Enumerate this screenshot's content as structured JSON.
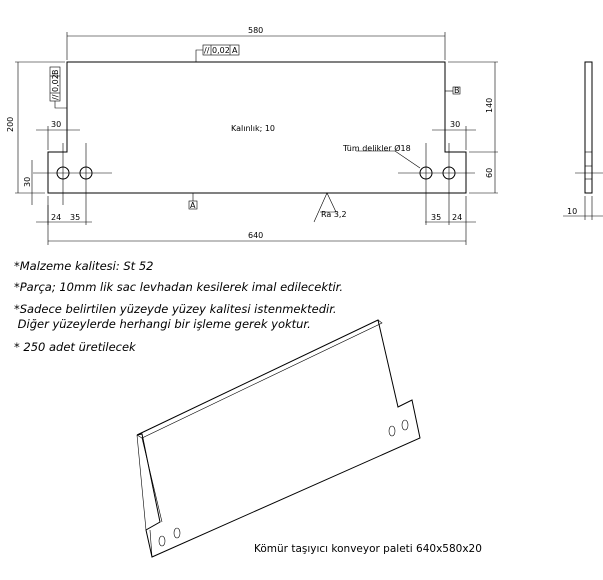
{
  "dimensions": {
    "top_width": "580",
    "total_width": "640",
    "height": "200",
    "left_hole_height": "30",
    "left_notch_width": "30",
    "left_hole_offset": "24",
    "left_hole_pitch": "35",
    "right_upper_height": "140",
    "right_notch_height": "60",
    "right_notch_width": "30",
    "right_hole_pitch": "35",
    "right_hole_offset": "24",
    "side_thickness": "10"
  },
  "annotations": {
    "thickness": "Kalınlık; 10",
    "holes": "Tüm delikler Ø18",
    "roughness": "Ra 3,2",
    "tolerance_top_value": "0,02",
    "tolerance_top_datum": "A",
    "tolerance_left_value": "0,02",
    "tolerance_left_datum": "B",
    "datum_a": "A",
    "datum_b": "B"
  },
  "notes": [
    "*Malzeme kalitesi: St 52",
    "*Parça; 10mm lik sac levhadan kesilerek imal edilecektir.",
    "*Sadece belirtilen yüzeyde yüzey kalitesi istenmektedir.",
    " Diğer yüzeylerde herhangi bir işleme gerek yoktur.",
    "* 250 adet üretilecek"
  ],
  "caption": "Kömür taşıyıcı konveyor paleti 640x580x20"
}
